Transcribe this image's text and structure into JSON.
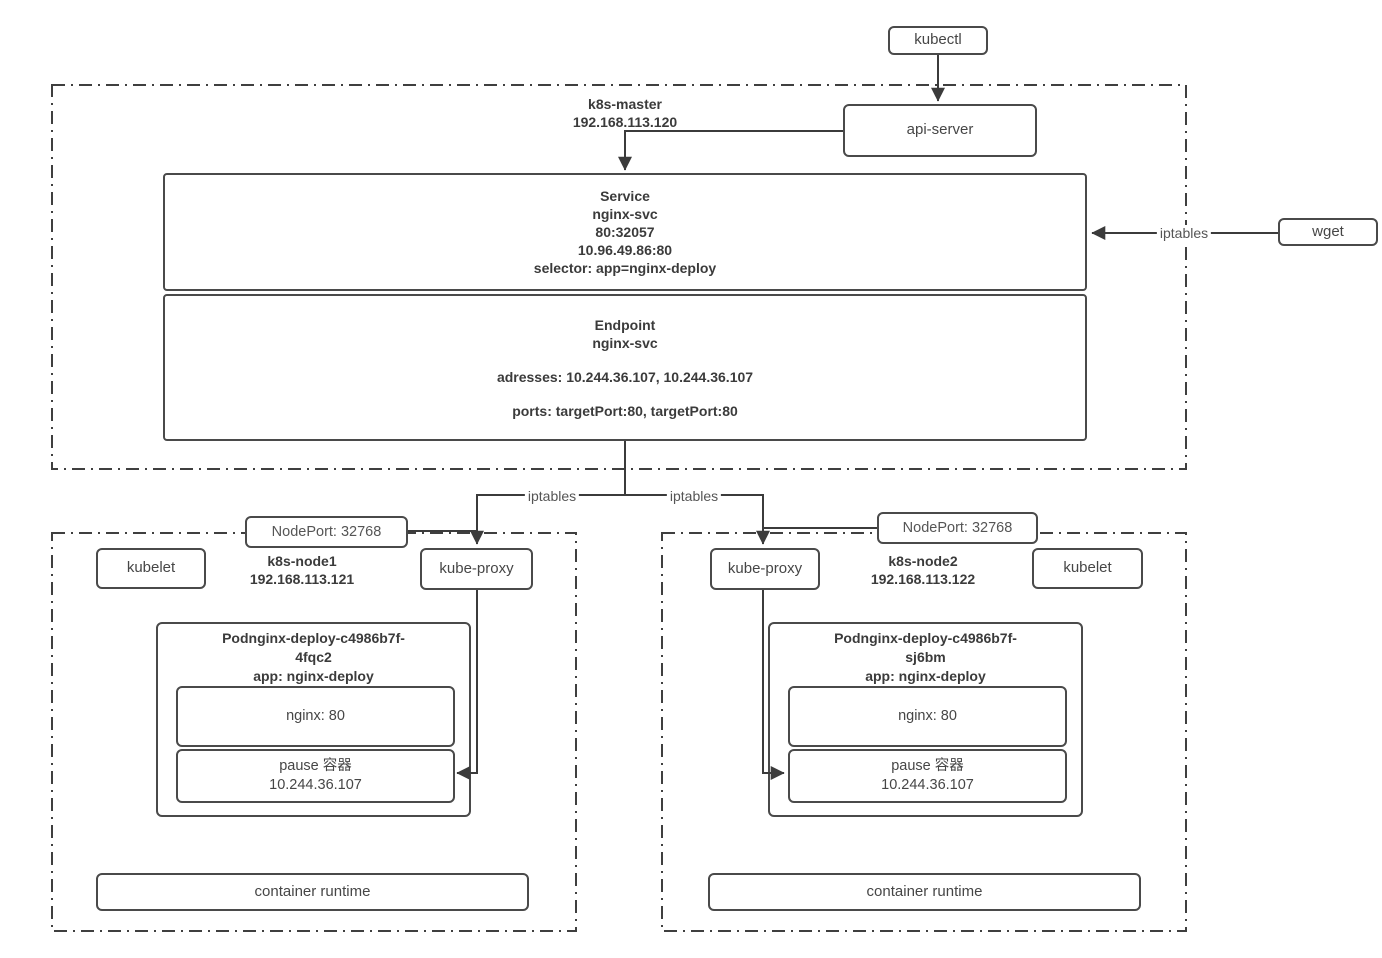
{
  "colors": {
    "line": "#4a4a4a",
    "box_border": "#4a4a4a",
    "text": "#3d3d3d",
    "background": "#ffffff"
  },
  "labels": {
    "iptables": "iptables"
  },
  "kubectl": {
    "label": "kubectl"
  },
  "api_server": {
    "label": "api-server"
  },
  "wget": {
    "label": "wget"
  },
  "master": {
    "name": "k8s-master",
    "ip": "192.168.113.120",
    "service": {
      "lines": [
        "Service",
        "nginx-svc",
        "80:32057",
        "10.96.49.86:80",
        "selector: app=nginx-deploy"
      ]
    },
    "endpoint": {
      "title": "Endpoint",
      "name": "nginx-svc",
      "addresses": "adresses: 10.244.36.107, 10.244.36.107",
      "ports": "ports: targetPort:80, targetPort:80"
    }
  },
  "node1": {
    "name": "k8s-node1",
    "ip": "192.168.113.121",
    "nodeport": "NodePort: 32768",
    "kubelet": "kubelet",
    "kube_proxy": "kube-proxy",
    "pod": {
      "title_line1": "Podnginx-deploy-c4986b7f-",
      "title_line2": "4fqc2",
      "title_line3": "app: nginx-deploy",
      "nginx": "nginx: 80",
      "pause_line1": "pause 容器",
      "pause_line2": "10.244.36.107"
    },
    "runtime": "container runtime"
  },
  "node2": {
    "name": "k8s-node2",
    "ip": "192.168.113.122",
    "nodeport": "NodePort: 32768",
    "kubelet": "kubelet",
    "kube_proxy": "kube-proxy",
    "pod": {
      "title_line1": "Podnginx-deploy-c4986b7f-",
      "title_line2": "sj6bm",
      "title_line3": "app: nginx-deploy",
      "nginx": "nginx: 80",
      "pause_line1": "pause 容器",
      "pause_line2": "10.244.36.107"
    },
    "runtime": "container runtime"
  }
}
